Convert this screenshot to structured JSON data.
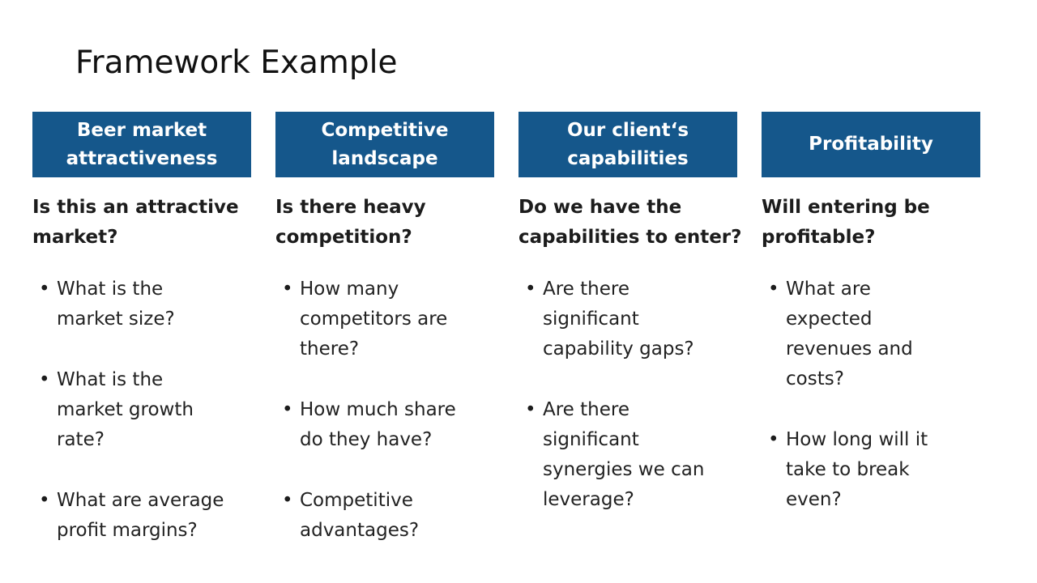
{
  "slide": {
    "title": "Framework Example",
    "bullet_glyph": "•"
  },
  "colors": {
    "header_bg": "#15578B",
    "header_text": "#ffffff",
    "body_text": "#222222"
  },
  "columns": [
    {
      "header": "Beer market\nattractiveness",
      "subtitle": "Is this an attractive\nmarket?",
      "bullets": [
        "What is the\nmarket size?",
        "What is the\nmarket growth\nrate?",
        "What are average\nprofit margins?"
      ]
    },
    {
      "header": "Competitive\nlandscape",
      "subtitle": "Is there heavy\ncompetition?",
      "bullets": [
        "How many\ncompetitors are\nthere?",
        "How much share\ndo they have?",
        "Competitive\nadvantages?"
      ]
    },
    {
      "header": "Our client‘s\ncapabilities",
      "subtitle": "Do we have the\ncapabilities to enter?",
      "bullets": [
        "Are there\nsignificant\ncapability gaps?",
        "Are there\nsignificant\nsynergies we can\nleverage?"
      ]
    },
    {
      "header": "Profitability",
      "subtitle": "Will entering be\nprofitable?",
      "bullets": [
        "What are\nexpected\nrevenues and\ncosts?",
        "How long will it\ntake to break\neven?"
      ]
    }
  ]
}
